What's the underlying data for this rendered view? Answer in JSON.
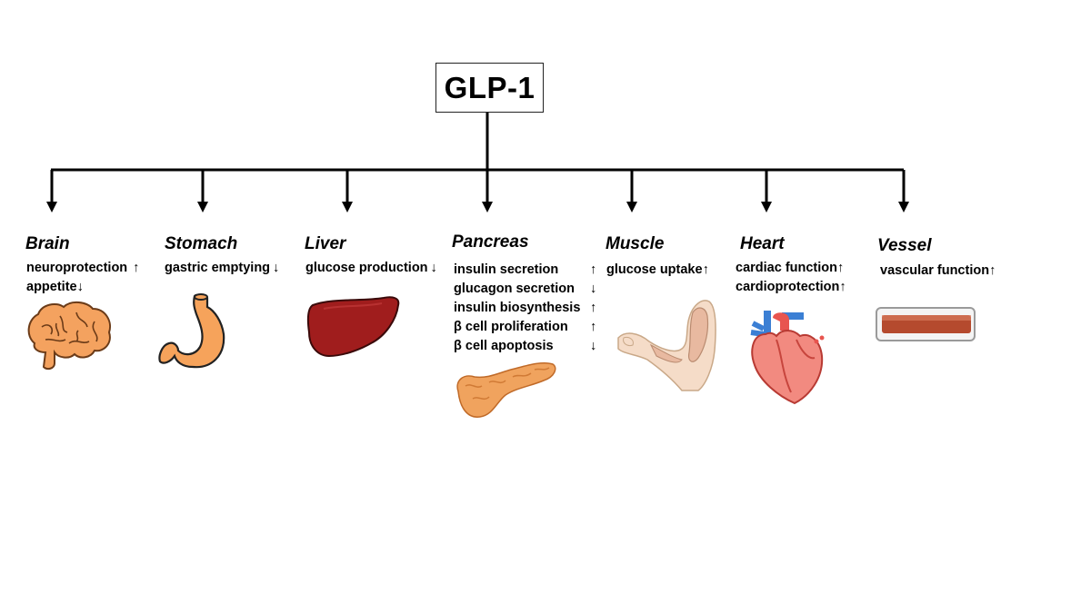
{
  "root": {
    "label": "GLP-1"
  },
  "organs": [
    {
      "name": "Brain",
      "icon": "brain-icon",
      "effects": [
        {
          "text": "neuroprotection",
          "arrow": "↑"
        },
        {
          "text": "appetite",
          "arrow": "↓"
        }
      ]
    },
    {
      "name": "Stomach",
      "icon": "stomach-icon",
      "effects": [
        {
          "text": "gastric emptying",
          "arrow": "↓"
        }
      ]
    },
    {
      "name": "Liver",
      "icon": "liver-icon",
      "effects": [
        {
          "text": "glucose production",
          "arrow": "↓"
        }
      ]
    },
    {
      "name": "Pancreas",
      "icon": "pancreas-icon",
      "effects": [
        {
          "text": "insulin secretion",
          "arrow": "↑"
        },
        {
          "text": "glucagon secretion",
          "arrow": "↓"
        },
        {
          "text": "insulin biosynthesis",
          "arrow": "↑"
        },
        {
          "text": "β cell proliferation",
          "arrow": "↑"
        },
        {
          "text": "β cell apoptosis",
          "arrow": "↓"
        }
      ]
    },
    {
      "name": "Muscle",
      "icon": "muscle-arm-icon",
      "effects": [
        {
          "text": "glucose uptake",
          "arrow": "↑"
        }
      ]
    },
    {
      "name": "Heart",
      "icon": "heart-icon",
      "effects": [
        {
          "text": "cardiac function",
          "arrow": "↑"
        },
        {
          "text": "cardioprotection",
          "arrow": "↑"
        }
      ]
    },
    {
      "name": "Vessel",
      "icon": "blood-vessel-icon",
      "effects": [
        {
          "text": "vascular function",
          "arrow": "↑"
        }
      ]
    }
  ],
  "colors": {
    "line": "#000000",
    "brain": "#f4a25f",
    "stomach": "#f6a35b",
    "liver": "#a01d1d",
    "pancreas": "#f0a35e",
    "muscle": "#f3d2bd",
    "heart_red": "#e8554f",
    "heart_blue": "#3b7fd4",
    "vessel": "#b54a2e"
  }
}
